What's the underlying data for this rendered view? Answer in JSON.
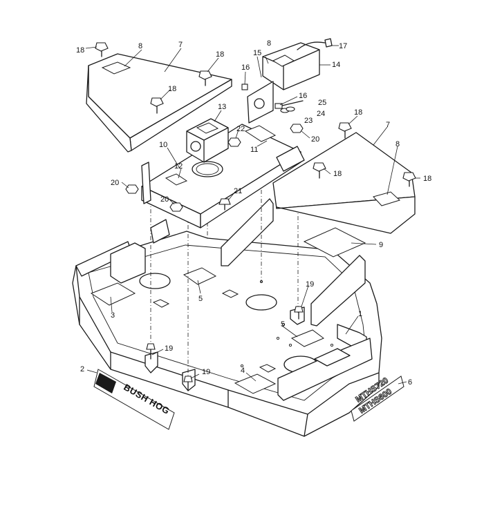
{
  "callouts": {
    "c1": "1",
    "c2": "2",
    "c3": "3",
    "c4": "4",
    "c5a": "5",
    "c5b": "5",
    "c6": "6",
    "c7a": "7",
    "c7b": "7",
    "c8a": "8",
    "c8b": "8",
    "c8c": "8",
    "c9": "9",
    "c10": "10",
    "c11": "11",
    "c12": "12",
    "c13": "13",
    "c14": "14",
    "c15": "15",
    "c16a": "16",
    "c16b": "16",
    "c17": "17",
    "c18a": "18",
    "c18b": "18",
    "c18c": "18",
    "c18d": "18",
    "c18e": "18",
    "c18f": "18",
    "c19a": "19",
    "c19b": "19",
    "c19c": "19",
    "c20a": "20",
    "c20b": "20",
    "c20c": "20",
    "c21": "21",
    "c22": "22",
    "c23": "23",
    "c24": "24",
    "c25": "25"
  },
  "decal_brand": "BUSH HOG",
  "decal_models": [
    "MTHS720",
    "MTHS600"
  ]
}
